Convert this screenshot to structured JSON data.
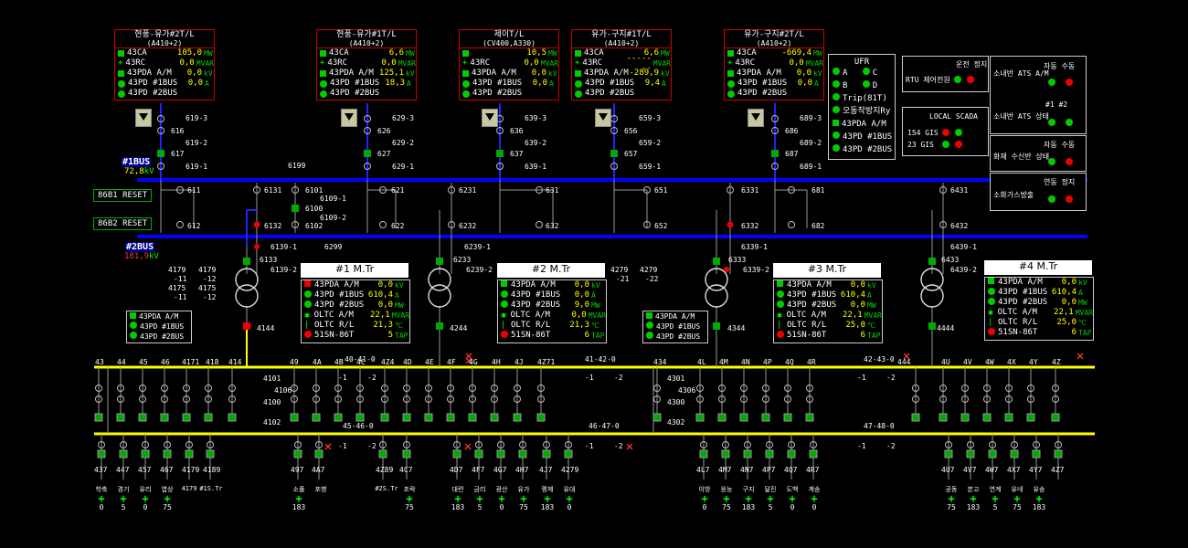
{
  "colors": {
    "bus1": "#0000ff",
    "bus2": "#0000ff",
    "feeder_bus": "#ffff00",
    "alarm_red": "#cc0000",
    "ok_green": "#00cc00"
  },
  "lines": [
    {
      "title": "현풍-유가#2T/L",
      "sub": "(A410+2)",
      "r1l": "43CA",
      "r1v": "105,0",
      "r1u": "MW",
      "r2l": "43RC",
      "r2v": "0,0",
      "r2u": "MVAR",
      "r3l": "43PDA A/M",
      "r3v": "0,0",
      "r3u": "kV",
      "r4l": "43PD #1BUS",
      "r4v": "0,0",
      "r4u": "A",
      "r5l": "43PD #2BUS"
    },
    {
      "title": "현풍-유가#1T/L",
      "sub": "(A410+2)",
      "r1l": "43CA",
      "r1v": "6,6",
      "r1u": "MW",
      "r2l": "43RC",
      "r2v": "0,0",
      "r2u": "MVAR",
      "r3l": "43PDA A/M",
      "r3v": "125,1",
      "r3u": "kV",
      "r4l": "43PD #1BUS",
      "r4v": "18,3",
      "r4u": "A",
      "r5l": "43PD #2BUS"
    },
    {
      "title": "제이T/L",
      "sub": "(CV400,A330)",
      "r1l": "",
      "r1v": "10,5",
      "r1u": "MW",
      "r2l": "43RC",
      "r2v": "0,0",
      "r2u": "MVAR",
      "r3l": "43PDA A/M",
      "r3v": "0,0",
      "r3u": "kV",
      "r4l": "43PD #1BUS",
      "r4v": "0,0",
      "r4u": "A",
      "r5l": "43PD #2BUS"
    },
    {
      "title": "유가-구지#1T/L",
      "sub": "(A410+2)",
      "r1l": "43CA",
      "r1v": "6,6",
      "r1u": "MW",
      "r2l": "43RC",
      "r2v": "-------",
      "r2u": "MVAR",
      "r3l": "43PDA A/M",
      "r3v": "-289,9",
      "r3u": "kV",
      "r4l": "43PD #1BUS",
      "r4v": "9,4",
      "r4u": "A",
      "r5l": "43PD #2BUS"
    },
    {
      "title": "유가-구지#2T/L",
      "sub": "(A410+2)",
      "r1l": "43CA",
      "r1v": "-669,4",
      "r1u": "MW",
      "r2l": "43RC",
      "r2v": "0,0",
      "r2u": "MVAR",
      "r3l": "43PDA A/M",
      "r3v": "0,0",
      "r3u": "kV",
      "r4l": "43PD #1BUS",
      "r4v": "0,0",
      "r4u": "A",
      "r5l": "43PD #2BUS"
    }
  ],
  "ufr": {
    "title": "UFR",
    "a": "A",
    "c": "C",
    "b": "B",
    "d": "D",
    "trip": "Trip(81T)",
    "auto": "오동작방지Ry",
    "pda": "43PDA A/M",
    "pd1": "43PD #1BUS",
    "pd2": "43PD #2BUS"
  },
  "rtu": {
    "header": "운전 정지",
    "label": "RTU 제어전원"
  },
  "scada": {
    "title": "LOCAL SCADA",
    "gis154": "154 GIS",
    "gis23": "23 GIS"
  },
  "ats": {
    "h1": "자동 수동",
    "am": "소내반 ATS A/M",
    "h2": "#1    #2",
    "state": "소내반 ATS 상태"
  },
  "fire": {
    "h": "자동 수동",
    "label": "화재 수신반 상태"
  },
  "gas": {
    "h": "연동 정지",
    "label": "소화가스방출"
  },
  "bus1": {
    "name": "#1BUS",
    "kv": "72,8",
    "unit": "kV"
  },
  "bus2": {
    "name": "#2BUS",
    "kv": "181,9",
    "unit": "kV"
  },
  "reset1": "86B1 RESET",
  "reset2": "86B2 RESET",
  "bay_top": [
    "619-3",
    "616",
    "619-2",
    "617",
    "619-1",
    "629-3",
    "626",
    "629-2",
    "627",
    "629-1",
    "639-3",
    "636",
    "639-2",
    "637",
    "639-1",
    "659-3",
    "656",
    "659-2",
    "657",
    "659-1",
    "689-3",
    "686",
    "689-2",
    "687",
    "689-1"
  ],
  "bay_mid": [
    "611",
    "612",
    "6131",
    "6132",
    "6101",
    "6109-1",
    "6100",
    "6109-2",
    "6102",
    "621",
    "622",
    "6231",
    "6232",
    "631",
    "632",
    "651",
    "652",
    "6331",
    "6332",
    "681",
    "682",
    "6431",
    "6432",
    "6199",
    "6299"
  ],
  "tr_labels": [
    "6139-1",
    "6133",
    "6139-2",
    "4144",
    "6239-1",
    "6233",
    "6239-2",
    "4244",
    "6339-1",
    "6333",
    "6339-2",
    "4344",
    "6439-1",
    "6433",
    "6439-2",
    "4444"
  ],
  "pt_labels": {
    "a1": "4179",
    "a2": "-11",
    "a3": "4175",
    "a4": "-11",
    "b1": "4179",
    "b2": "-12",
    "b3": "4175",
    "b4": "-12",
    "c1": "4279",
    "c2": "-21",
    "d1": "4279",
    "d2": "-22"
  },
  "mtr": [
    {
      "title": "#1 M.Tr",
      "r": [
        [
          "43PDA A/M",
          "0,0",
          "kV"
        ],
        [
          "43PD #1BUS",
          "610,4",
          "A"
        ],
        [
          "43PD #2BUS",
          "0,0",
          "MW"
        ],
        [
          "OLTC A/M",
          "22,1",
          "MVAR"
        ],
        [
          "OLTC R/L",
          "21,3",
          "℃"
        ],
        [
          "51SN-86T",
          "5",
          "TAP"
        ]
      ]
    },
    {
      "title": "#2 M.Tr",
      "r": [
        [
          "43PDA A/M",
          "0,0",
          "kV"
        ],
        [
          "43PD #1BUS",
          "0,0",
          "A"
        ],
        [
          "43PD #2BUS",
          "9,0",
          "MW"
        ],
        [
          "OLTC A/M",
          "0,0",
          "MVAR"
        ],
        [
          "OLTC R/L",
          "21,3",
          "℃"
        ],
        [
          "51SN-86T",
          "6",
          "TAP"
        ]
      ]
    },
    {
      "title": "#3 M.Tr",
      "r": [
        [
          "43PDA A/M",
          "0,0",
          "kV"
        ],
        [
          "43PD #1BUS",
          "610,4",
          "A"
        ],
        [
          "43PD #2BUS",
          "0,0",
          "MW"
        ],
        [
          "OLTC A/M",
          "22,1",
          "MVAR"
        ],
        [
          "OLTC R/L",
          "25,0",
          "℃"
        ],
        [
          "51SN-86T",
          "6",
          "TAP"
        ]
      ]
    },
    {
      "title": "#4 M.Tr",
      "r": [
        [
          "43PDA A/M",
          "0,0",
          "kV"
        ],
        [
          "43PD #1BUS",
          "610,4",
          "A"
        ],
        [
          "43PD #2BUS",
          "0,0",
          "MW"
        ],
        [
          "OLTC A/M",
          "22,1",
          "MVAR"
        ],
        [
          "OLTC R/L",
          "25,0",
          "℃"
        ],
        [
          "51SN-86T",
          "6",
          "TAP"
        ]
      ]
    }
  ],
  "pd_small": {
    "a": "43PDA A/M",
    "b": "43PD #1BUS",
    "c": "43PD #2BUS"
  },
  "ties": [
    "40-41-0",
    "45-46-0",
    "41-42-0",
    "46-47-0",
    "42-43-0",
    "47-48-0",
    "-1",
    "-2"
  ],
  "feeder_top": [
    "43",
    "44",
    "45",
    "46",
    "4171",
    "418",
    "414",
    "49",
    "4A",
    "4B",
    "4C",
    "4Z4",
    "4D",
    "4E",
    "4F",
    "4G",
    "4H",
    "4J",
    "4Z71",
    "434",
    "4L",
    "4M",
    "4N",
    "4P",
    "4Q",
    "4R",
    "444",
    "4U",
    "4V",
    "4W",
    "4X",
    "4Y",
    "4Z"
  ],
  "sw_labels": [
    "4101",
    "4106",
    "4100",
    "4102",
    "4301",
    "4306",
    "4300",
    "4302"
  ],
  "feeder_bot": [
    "437",
    "447",
    "457",
    "467",
    "4179",
    "4189",
    "497",
    "4A7",
    "4Z89",
    "4C7",
    "4D7",
    "4F7",
    "4G7",
    "4H7",
    "4J7",
    "4279",
    "4L7",
    "4M7",
    "4N7",
    "4P7",
    "4Q7",
    "4R7",
    "4U7",
    "4V7",
    "4W7",
    "4X7",
    "4Y7",
    "4Z7"
  ],
  "feeders": [
    {
      "n": "학축",
      "v": "0"
    },
    {
      "n": "경기",
      "v": "5"
    },
    {
      "n": "유리",
      "v": "0"
    },
    {
      "n": "엽상",
      "v": "75"
    },
    {
      "n": "4179",
      "v": ""
    },
    {
      "n": "#1S.Tr",
      "v": ""
    },
    {
      "n": "소풀",
      "v": "183"
    },
    {
      "n": "포병",
      "v": ""
    },
    {
      "n": "#2S.Tr",
      "v": ""
    },
    {
      "n": "초락",
      "v": "75"
    },
    {
      "n": "대련",
      "v": "183"
    },
    {
      "n": "금리",
      "v": "5"
    },
    {
      "n": "광산",
      "v": "0"
    },
    {
      "n": "유가",
      "v": "75"
    },
    {
      "n": "평제",
      "v": "183"
    },
    {
      "n": "유대",
      "v": "0"
    },
    {
      "n": "이방",
      "v": "0"
    },
    {
      "n": "응능",
      "v": "75"
    },
    {
      "n": "구지",
      "v": "183"
    },
    {
      "n": "달진",
      "v": "5"
    },
    {
      "n": "도백",
      "v": "0"
    },
    {
      "n": "계송",
      "v": "0"
    },
    {
      "n": "공동",
      "v": "75"
    },
    {
      "n": "본고",
      "v": "183"
    },
    {
      "n": "연계",
      "v": "5"
    },
    {
      "n": "유네",
      "v": "75"
    },
    {
      "n": "유송",
      "v": "183"
    }
  ]
}
